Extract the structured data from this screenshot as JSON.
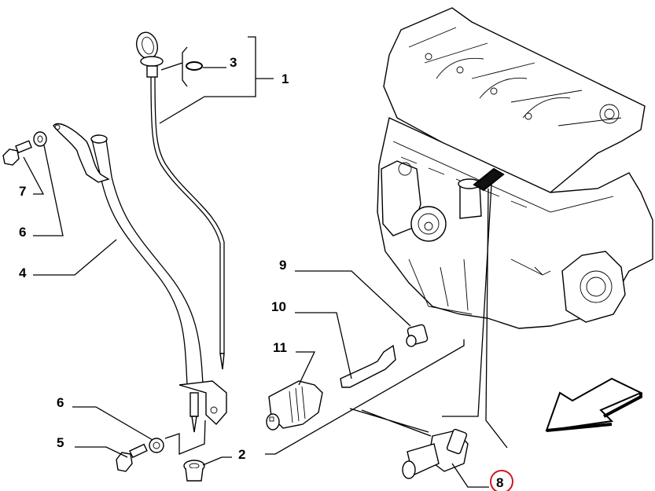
{
  "diagram": {
    "type": "exploded-parts-diagram",
    "subject": "engine oil dipstick, dipstick tube and oil pressure sensor",
    "callouts": [
      {
        "id": "1",
        "label": "1",
        "part": "dipstick assembly"
      },
      {
        "id": "2",
        "label": "2",
        "part": "plug"
      },
      {
        "id": "3",
        "label": "3",
        "part": "o-ring"
      },
      {
        "id": "4",
        "label": "4",
        "part": "dipstick tube"
      },
      {
        "id": "5",
        "label": "5",
        "part": "bolt"
      },
      {
        "id": "6a",
        "label": "6",
        "part": "washer (upper)"
      },
      {
        "id": "6b",
        "label": "6",
        "part": "washer (lower)"
      },
      {
        "id": "7",
        "label": "7",
        "part": "bolt"
      },
      {
        "id": "8",
        "label": "8",
        "part": "oil pressure sensor",
        "highlighted": true
      },
      {
        "id": "9",
        "label": "9",
        "part": "seal"
      },
      {
        "id": "10",
        "label": "10",
        "part": "terminal"
      },
      {
        "id": "11",
        "label": "11",
        "part": "connector"
      }
    ],
    "highlight_color": "#d0181e",
    "direction_arrow": "front-of-engine-arrow"
  }
}
